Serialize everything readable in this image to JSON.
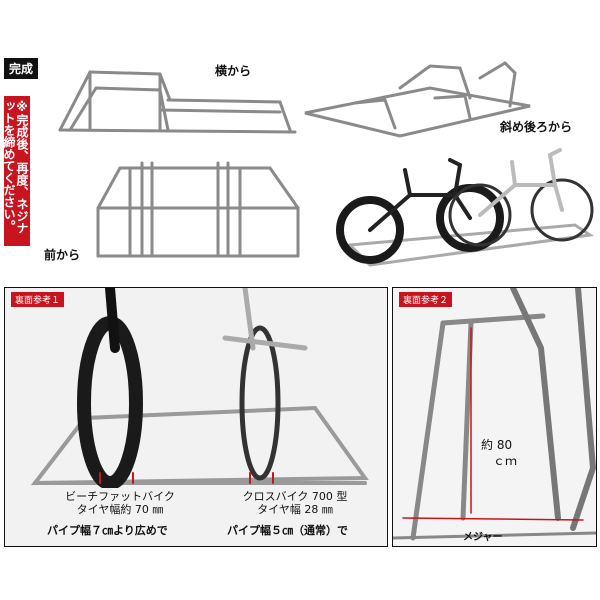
{
  "top": {
    "complete_tag": "完成",
    "side_note": "※完成後、再度、ネジナットを締めてください。",
    "label_side": "横から",
    "label_front": "前から",
    "label_diag": "斜め後ろから"
  },
  "panel1": {
    "tag": "裏面参考１",
    "cap_left_1": "ビーチファットバイク",
    "cap_left_2": "タイヤ幅約 70 ㎜",
    "cap_left_3": "パイプ幅７㎝より広めで",
    "cap_right_1": "クロスバイク 700 型",
    "cap_right_2": "タイヤ幅 28 ㎜",
    "cap_right_3": "パイプ幅５㎝（通常）で"
  },
  "panel2": {
    "tag": "裏面参考２",
    "measure_1": "約 80",
    "measure_2": "ｃｍ",
    "tape": "メジャー"
  }
}
